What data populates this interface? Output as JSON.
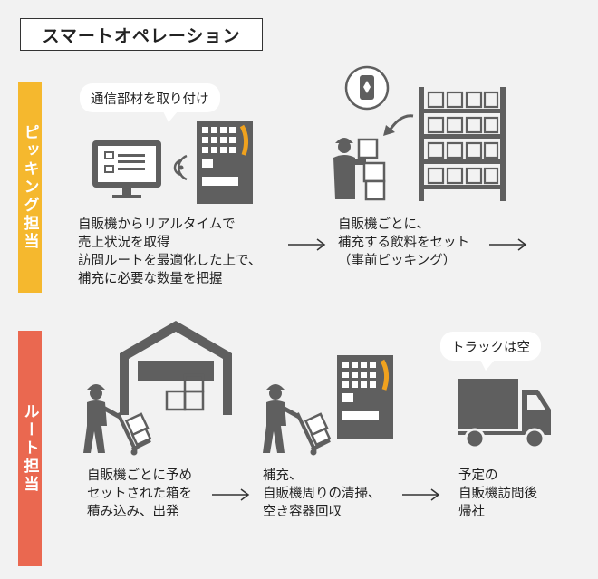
{
  "title": "スマートオペレーション",
  "sections": {
    "picking": {
      "label": "ピッキング担当",
      "bubble": "通信部材を取り付け",
      "step1": [
        "自販機からリアルタイムで",
        "売上状況を取得",
        "訪問ルートを最適化した上で、",
        "補充に必要な数量を把握"
      ],
      "step2": [
        "自販機ごとに、",
        "補充する飲料をセット",
        "（事前ピッキング）"
      ]
    },
    "route": {
      "label": "ルート担当",
      "bubble": "トラックは空",
      "step1": [
        "自販機ごとに予め",
        "セットされた箱を",
        "積み込み、出発"
      ],
      "step2": [
        "補充、",
        "自販機周りの清掃、",
        "空き容器回収"
      ],
      "step3": [
        "予定の",
        "自販機訪問後",
        "帰社"
      ]
    }
  },
  "colors": {
    "picking_band": "#f5b82e",
    "route_band": "#ea6850",
    "icon_gray": "#5f5f5f",
    "accent": "#f0a21e"
  },
  "icons": [
    "monitor-icon",
    "signal-icon",
    "vending-machine-icon",
    "worker-icon",
    "shelf-icon",
    "warehouse-icon",
    "hand-truck-icon",
    "truck-icon",
    "arrow-icon"
  ]
}
